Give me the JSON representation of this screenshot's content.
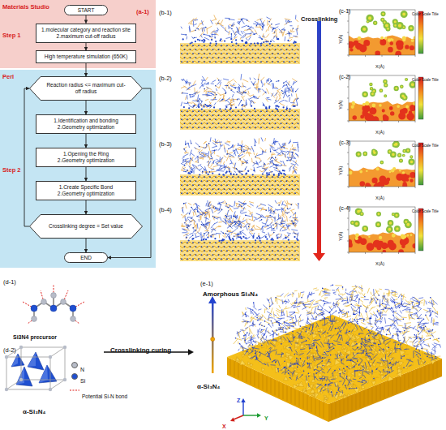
{
  "diagram": {
    "nodes": [
      {
        "text": [
          "Materials Studio",
          "Step 1"
        ]
      },
      {
        "text": [
          "START"
        ],
        "in": 0
      },
      {
        "text": [
          "1.molecular category and reaction site",
          "2.maximum cut-off radius"
        ],
        "in": 0
      },
      {
        "text": [
          "High temperature simulation (650K)"
        ],
        "in": 0
      },
      {
        "text": [
          "Perl",
          "Step 2"
        ]
      },
      {
        "text": [
          "Reaction radius <= maximum cut-off radius"
        ],
        "in": 4
      },
      {
        "text": [
          "1.Identification and bonding",
          "2.Geometry optimization"
        ],
        "in": 4
      },
      {
        "text": [
          "1.Opening the Ring",
          "2.Geometry optimization"
        ],
        "in": 4
      },
      {
        "text": [
          "1.Create Specific Bond",
          "2.Geometry optimization"
        ],
        "in": 4
      },
      {
        "text": [
          "Crosslinking degree = Set value"
        ],
        "in": 4
      },
      {
        "text": [
          "END"
        ],
        "in": 4
      }
    ],
    "edges": [
      {
        "from": 1,
        "to": 2,
        "arrow": "to"
      },
      {
        "from": 2,
        "to": 3,
        "arrow": "to"
      },
      {
        "from": 3,
        "to": 5,
        "arrow": "to"
      },
      {
        "from": 5,
        "to": 6,
        "arrow": "to"
      },
      {
        "from": 6,
        "to": 7,
        "arrow": "to"
      },
      {
        "from": 7,
        "to": 8,
        "arrow": "to"
      },
      {
        "from": 8,
        "to": 9,
        "arrow": "to"
      },
      {
        "from": 9,
        "to": 5,
        "arrow": "to"
      },
      {
        "from": 5,
        "to": 10,
        "arrow": "to"
      },
      {
        "from": 9,
        "to": 10,
        "arrow": "to"
      }
    ],
    "labels": [
      "(a-1)",
      "(b-1)",
      "(b-2)",
      "(b-3)",
      "(b-4)",
      "Crosslinking",
      "(c-1)",
      "Color Scale Title",
      "Y(Å)",
      "X(Å)",
      "(c-2)",
      "Color Scale Title",
      "Y(Å)",
      "X(Å)",
      "(c-3)",
      "Color Scale Title",
      "Y(Å)",
      "X(Å)",
      "(c-4)",
      "Color Scale Title",
      "Y(Å)",
      "X(Å)",
      "(d-1)",
      "Si3N4 precursor",
      "(d-2)",
      "α-Si₃N₄",
      "Crosslinking curing",
      "(e-1)",
      "Amorphous Si₃N₄",
      "α-Si₃N₄",
      "Z",
      "X",
      "Y"
    ],
    "legend": [
      {
        "text": "N",
        "color": "#b7bcc8"
      },
      {
        "text": "Si",
        "color": "#1f4fd1"
      },
      {
        "text": "Potential Si-N bond"
      }
    ]
  }
}
